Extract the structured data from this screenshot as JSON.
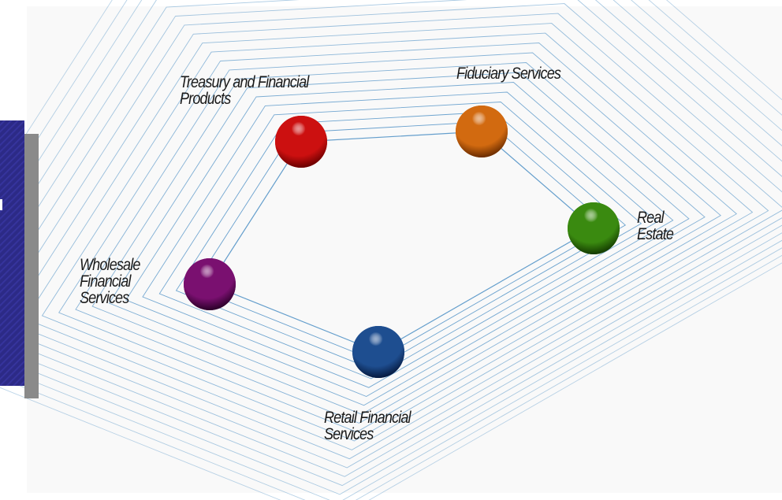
{
  "diagram": {
    "background": "#ffffff",
    "line_color": "#4a8ec4",
    "nodes": [
      {
        "id": "treasury",
        "label_lines": [
          "Treasury and Financial",
          "Products"
        ],
        "color": "#cc1010",
        "shade": "#6a0000",
        "icon": "red-sphere-icon"
      },
      {
        "id": "fiduciary",
        "label_lines": [
          "Fiduciary Services"
        ],
        "color": "#d26a10",
        "shade": "#6a2c00",
        "icon": "orange-sphere-icon"
      },
      {
        "id": "real-estate",
        "label_lines": [
          "Real",
          "Estate"
        ],
        "color": "#3a8a10",
        "shade": "#143a00",
        "icon": "green-sphere-icon"
      },
      {
        "id": "retail",
        "label_lines": [
          "Retail  Financial",
          "Services"
        ],
        "color": "#1e4e90",
        "shade": "#061a40",
        "icon": "blue-sphere-icon"
      },
      {
        "id": "wholesale",
        "label_lines": [
          "Wholesale",
          "Financial",
          "Services"
        ],
        "color": "#7a1070",
        "shade": "#2a0028",
        "icon": "purple-sphere-icon"
      }
    ]
  },
  "side_panel": {
    "color": "#2c2a86",
    "shadow_color": "#8a8a8a"
  }
}
